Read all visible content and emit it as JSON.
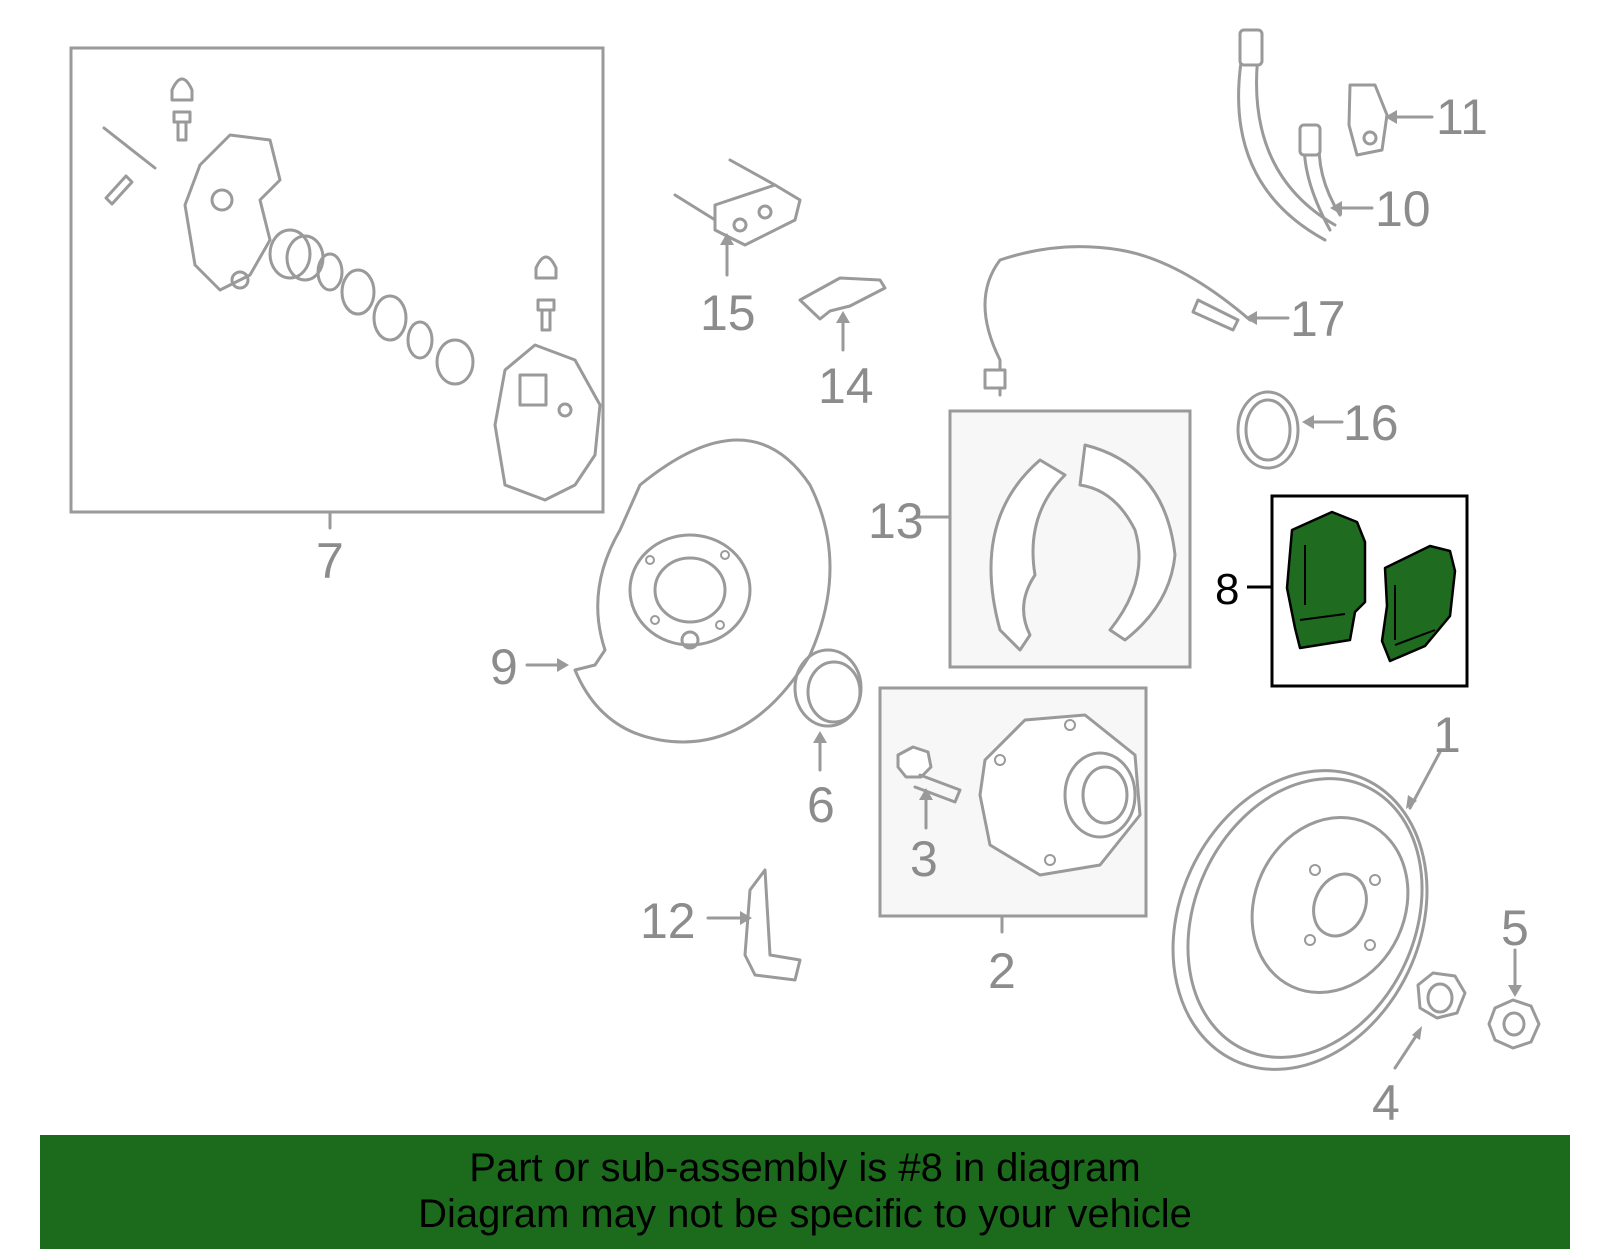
{
  "colors": {
    "highlight": "#1f6b1f",
    "banner": "#1c6b1c",
    "line_art": "#9a9a9a"
  },
  "callouts": {
    "c1": "1",
    "c2": "2",
    "c3": "3",
    "c4": "4",
    "c5": "5",
    "c6": "6",
    "c7": "7",
    "c8": "8",
    "c9": "9",
    "c10": "10",
    "c11": "11",
    "c12": "12",
    "c13": "13",
    "c14": "14",
    "c15": "15",
    "c16": "16",
    "c17": "17"
  },
  "highlighted_part": "8",
  "banner": {
    "line1": "Part or sub-assembly is #8 in diagram",
    "line2": "Diagram may not be specific to your vehicle"
  }
}
